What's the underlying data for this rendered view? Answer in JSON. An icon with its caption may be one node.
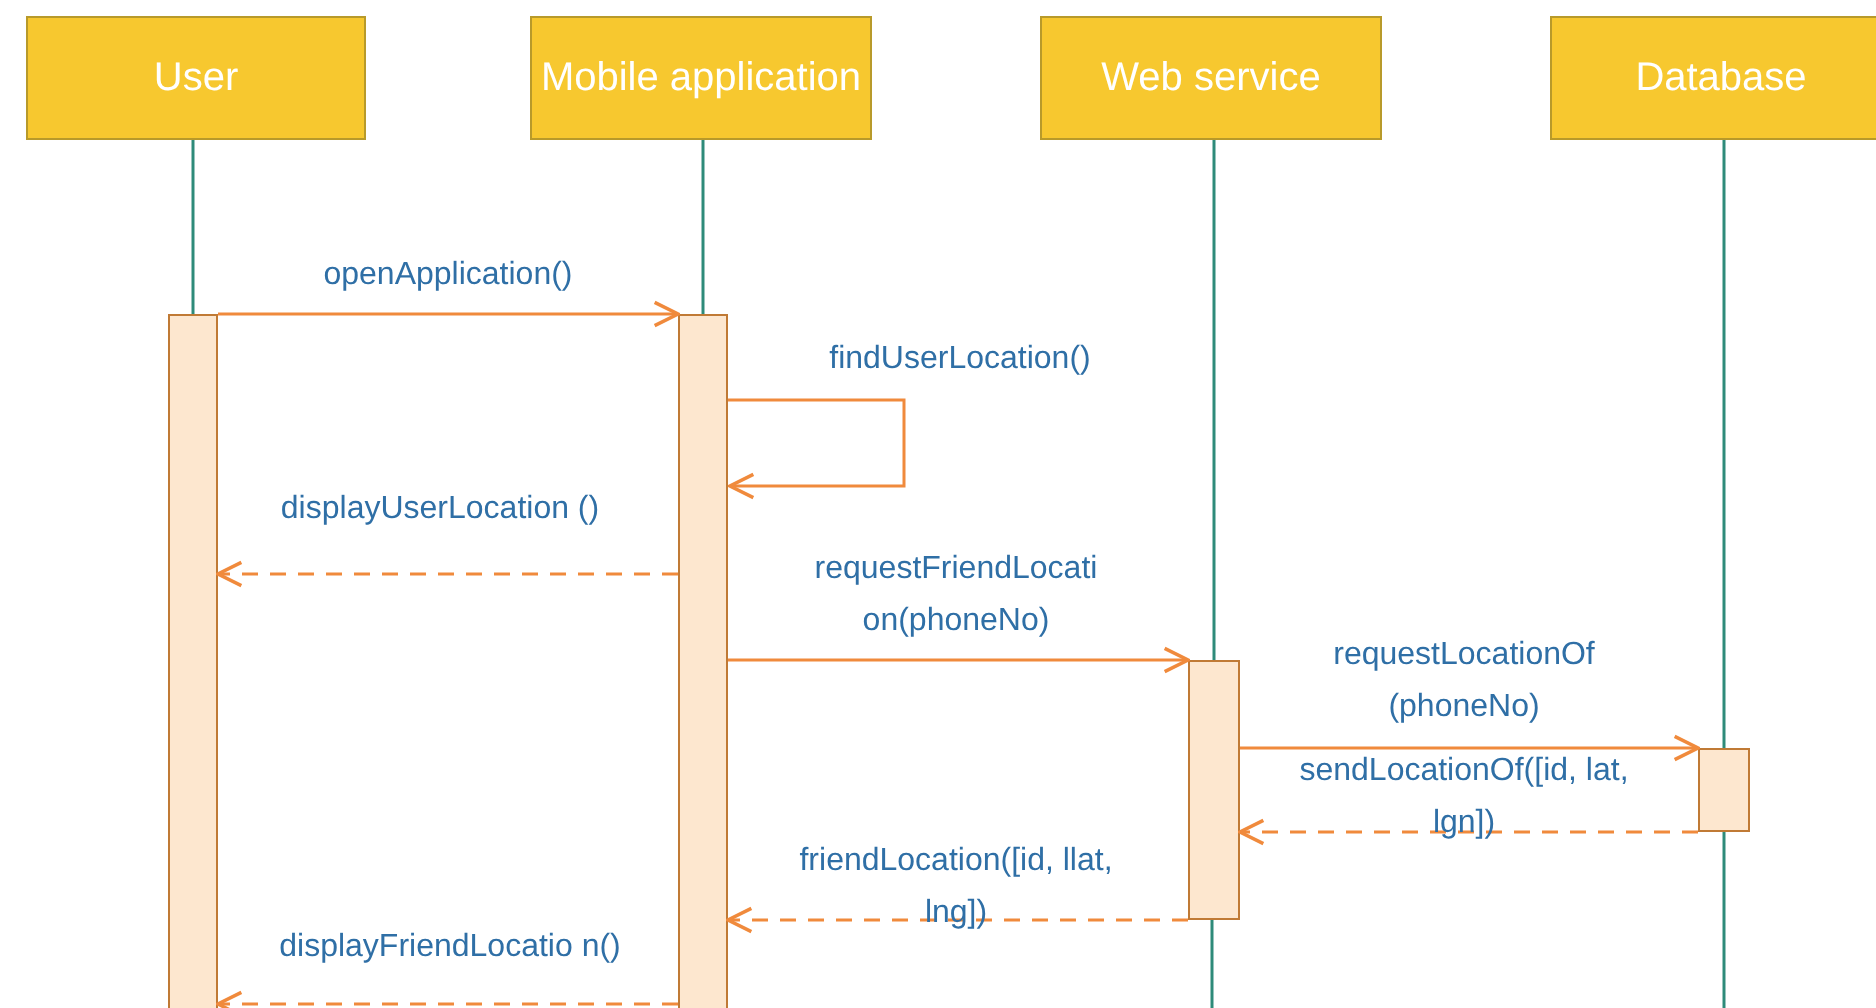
{
  "diagram": {
    "nodes": [
      {
        "text": [
          "User"
        ]
      },
      {
        "text": [
          "Mobile application"
        ]
      },
      {
        "text": [
          "Web service"
        ]
      },
      {
        "text": [
          "Database"
        ]
      },
      {
        "text": [],
        "shape": "bar"
      },
      {
        "text": [],
        "shape": "bar"
      },
      {
        "text": [],
        "shape": "bar"
      },
      {
        "text": [],
        "shape": "bar"
      }
    ],
    "edges": [
      {
        "from": 0,
        "to": 4,
        "arrow": "none",
        "color": "#2e8b7a"
      },
      {
        "from": 1,
        "to": 5,
        "arrow": "none",
        "color": "#2e8b7a"
      },
      {
        "from": 2,
        "to": 6,
        "arrow": "none",
        "color": "#2e8b7a"
      },
      {
        "from": 3,
        "to": 7,
        "arrow": "none",
        "color": "#2e8b7a"
      },
      {
        "from": 4,
        "to": 5,
        "arrow": "to",
        "label": "openApplication()"
      },
      {
        "from": 5,
        "to": 5,
        "arrow": "to",
        "label": "findUserLocation()"
      },
      {
        "from": 5,
        "to": 4,
        "arrow": "to",
        "style": "dashed",
        "label": "displayUserLocation ()"
      },
      {
        "from": 5,
        "to": 6,
        "arrow": "to",
        "label": "requestFriendLocati on(phoneNo)"
      },
      {
        "from": 6,
        "to": 7,
        "arrow": "to",
        "label": "requestLocationOf (phoneNo)"
      },
      {
        "from": 7,
        "to": 6,
        "arrow": "to",
        "style": "dashed",
        "label": "sendLocationOf([id, lat, lgn])"
      },
      {
        "from": 6,
        "to": 5,
        "arrow": "to",
        "style": "dashed",
        "label": "friendLocation([id, llat, lng])"
      },
      {
        "from": 5,
        "to": 4,
        "arrow": "to",
        "style": "dashed",
        "label": "displayFriendLocatio n()"
      }
    ]
  }
}
